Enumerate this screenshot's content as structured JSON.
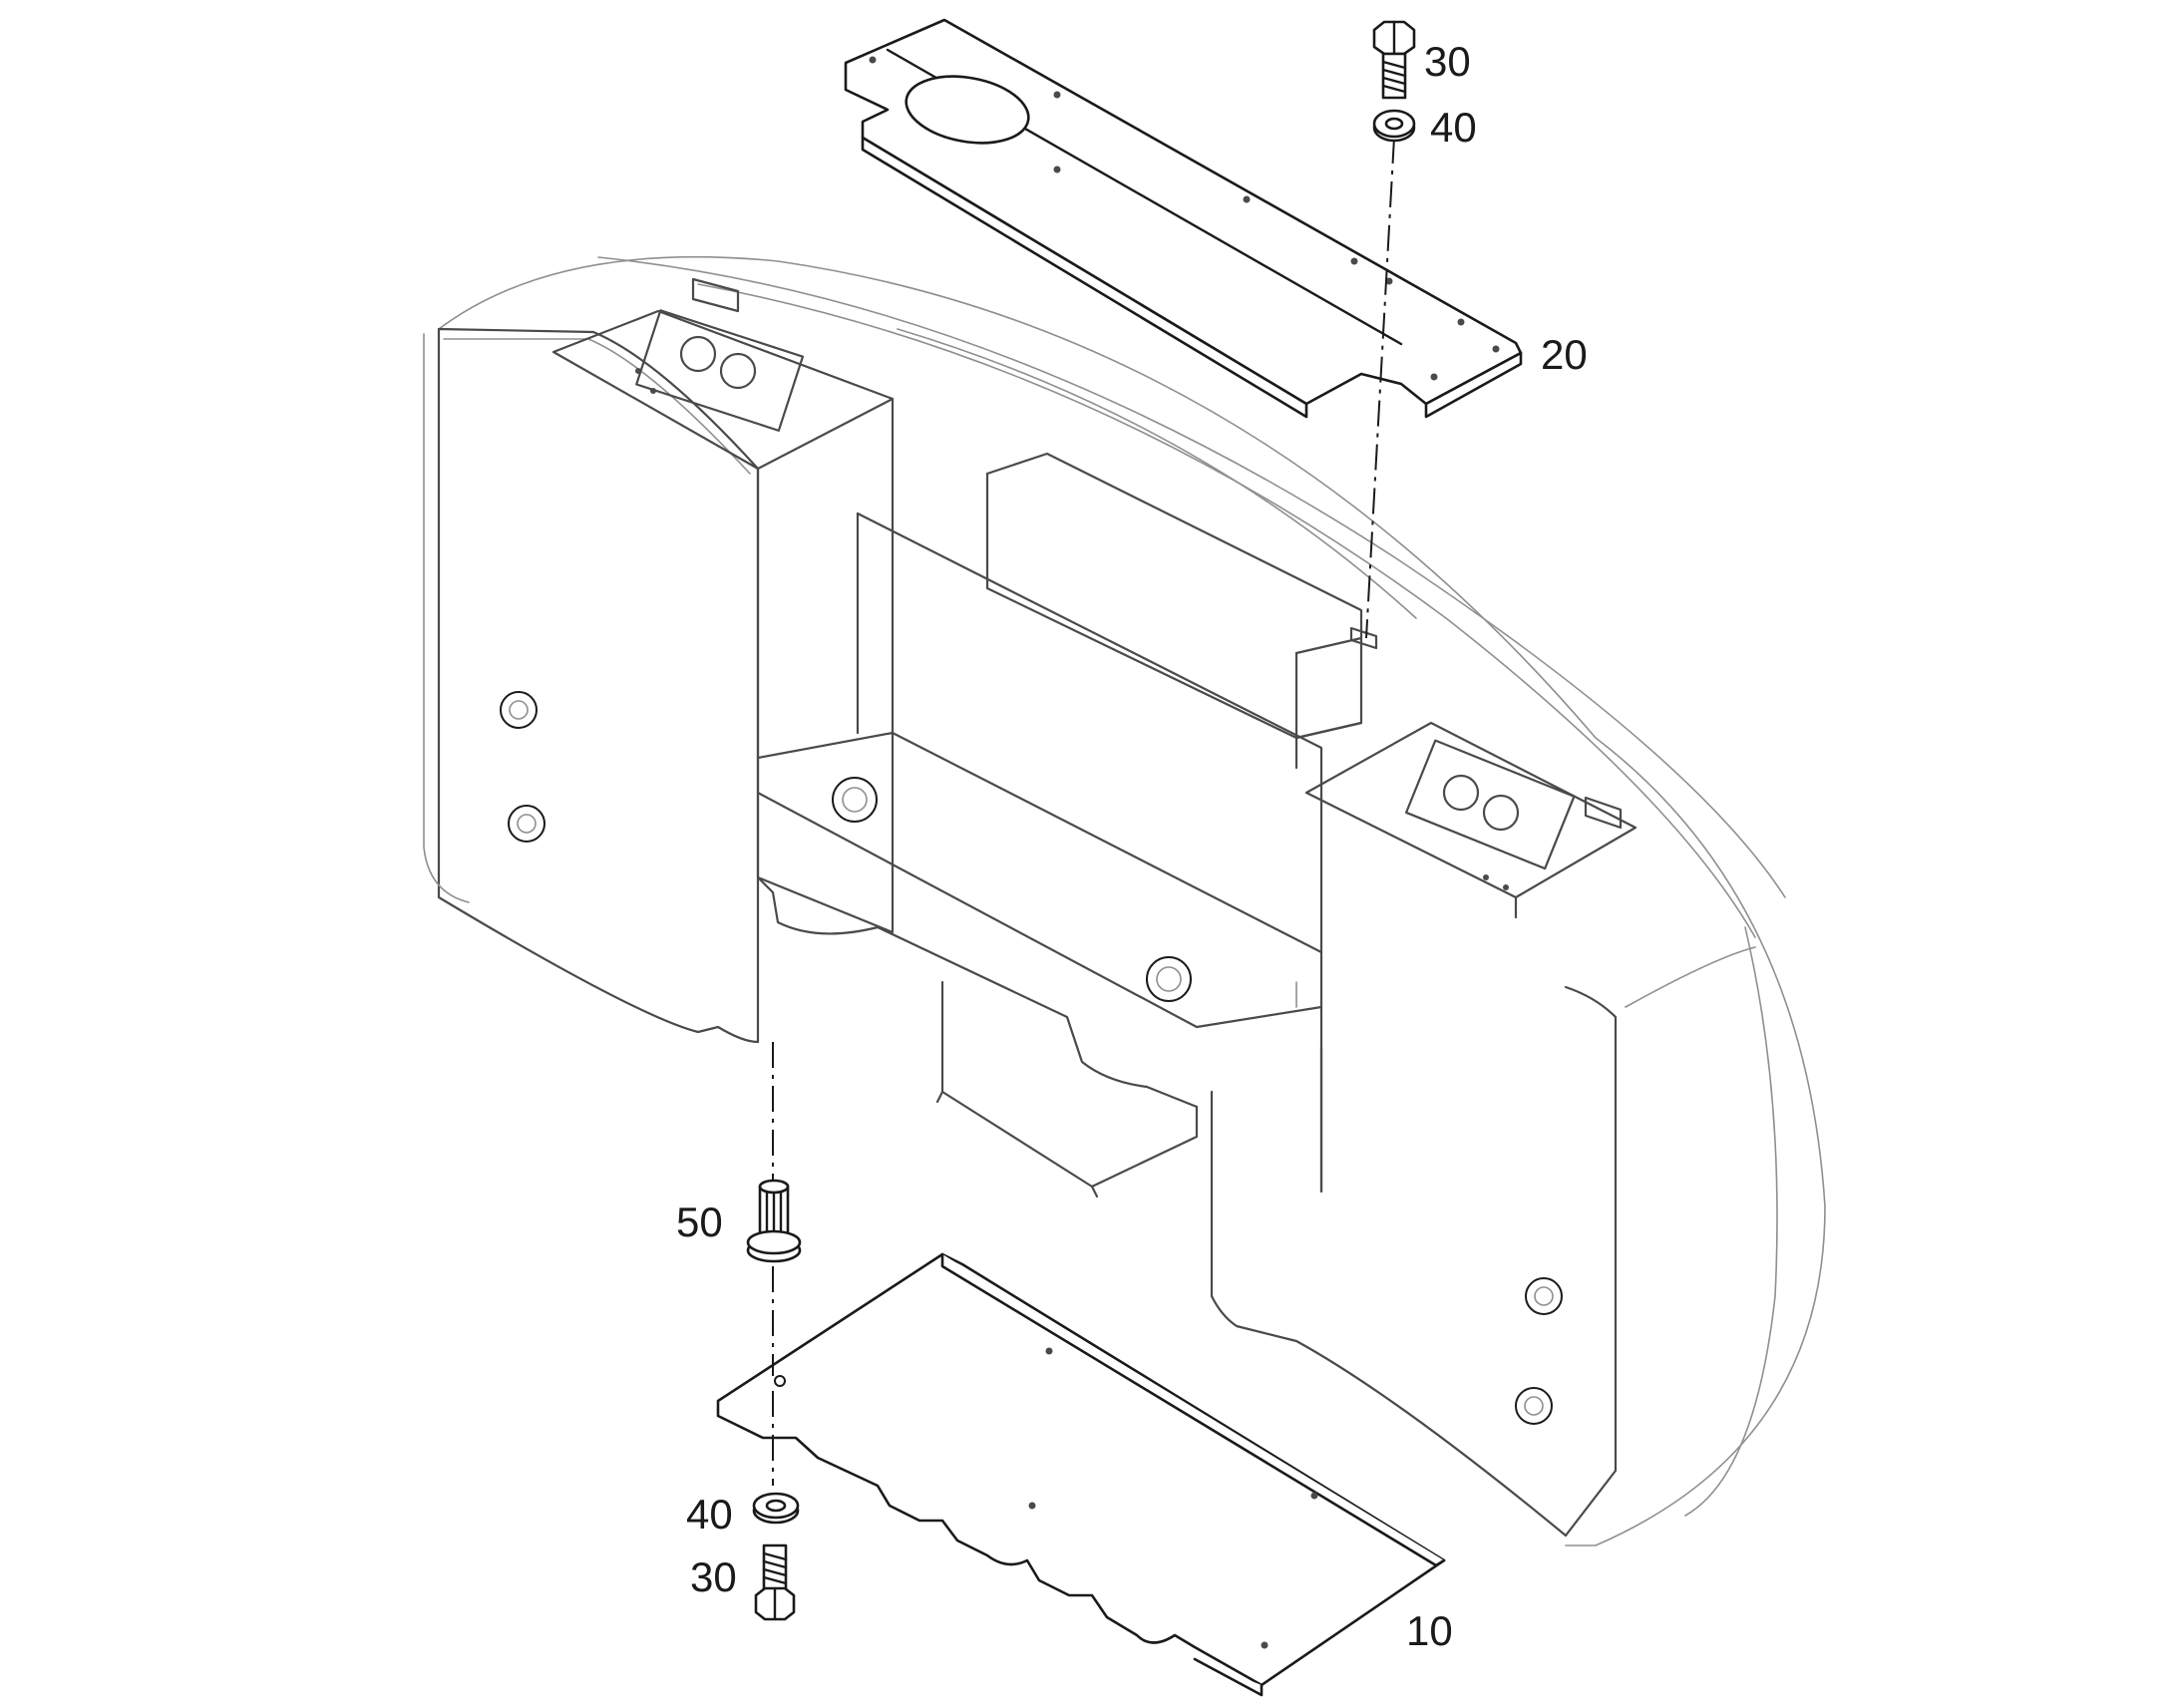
{
  "callouts": {
    "bolt_top": "30",
    "washer_top": "40",
    "cover_top": "20",
    "sleeve": "50",
    "washer_bottom": "40",
    "bolt_bottom": "30",
    "cover_bottom": "10"
  }
}
